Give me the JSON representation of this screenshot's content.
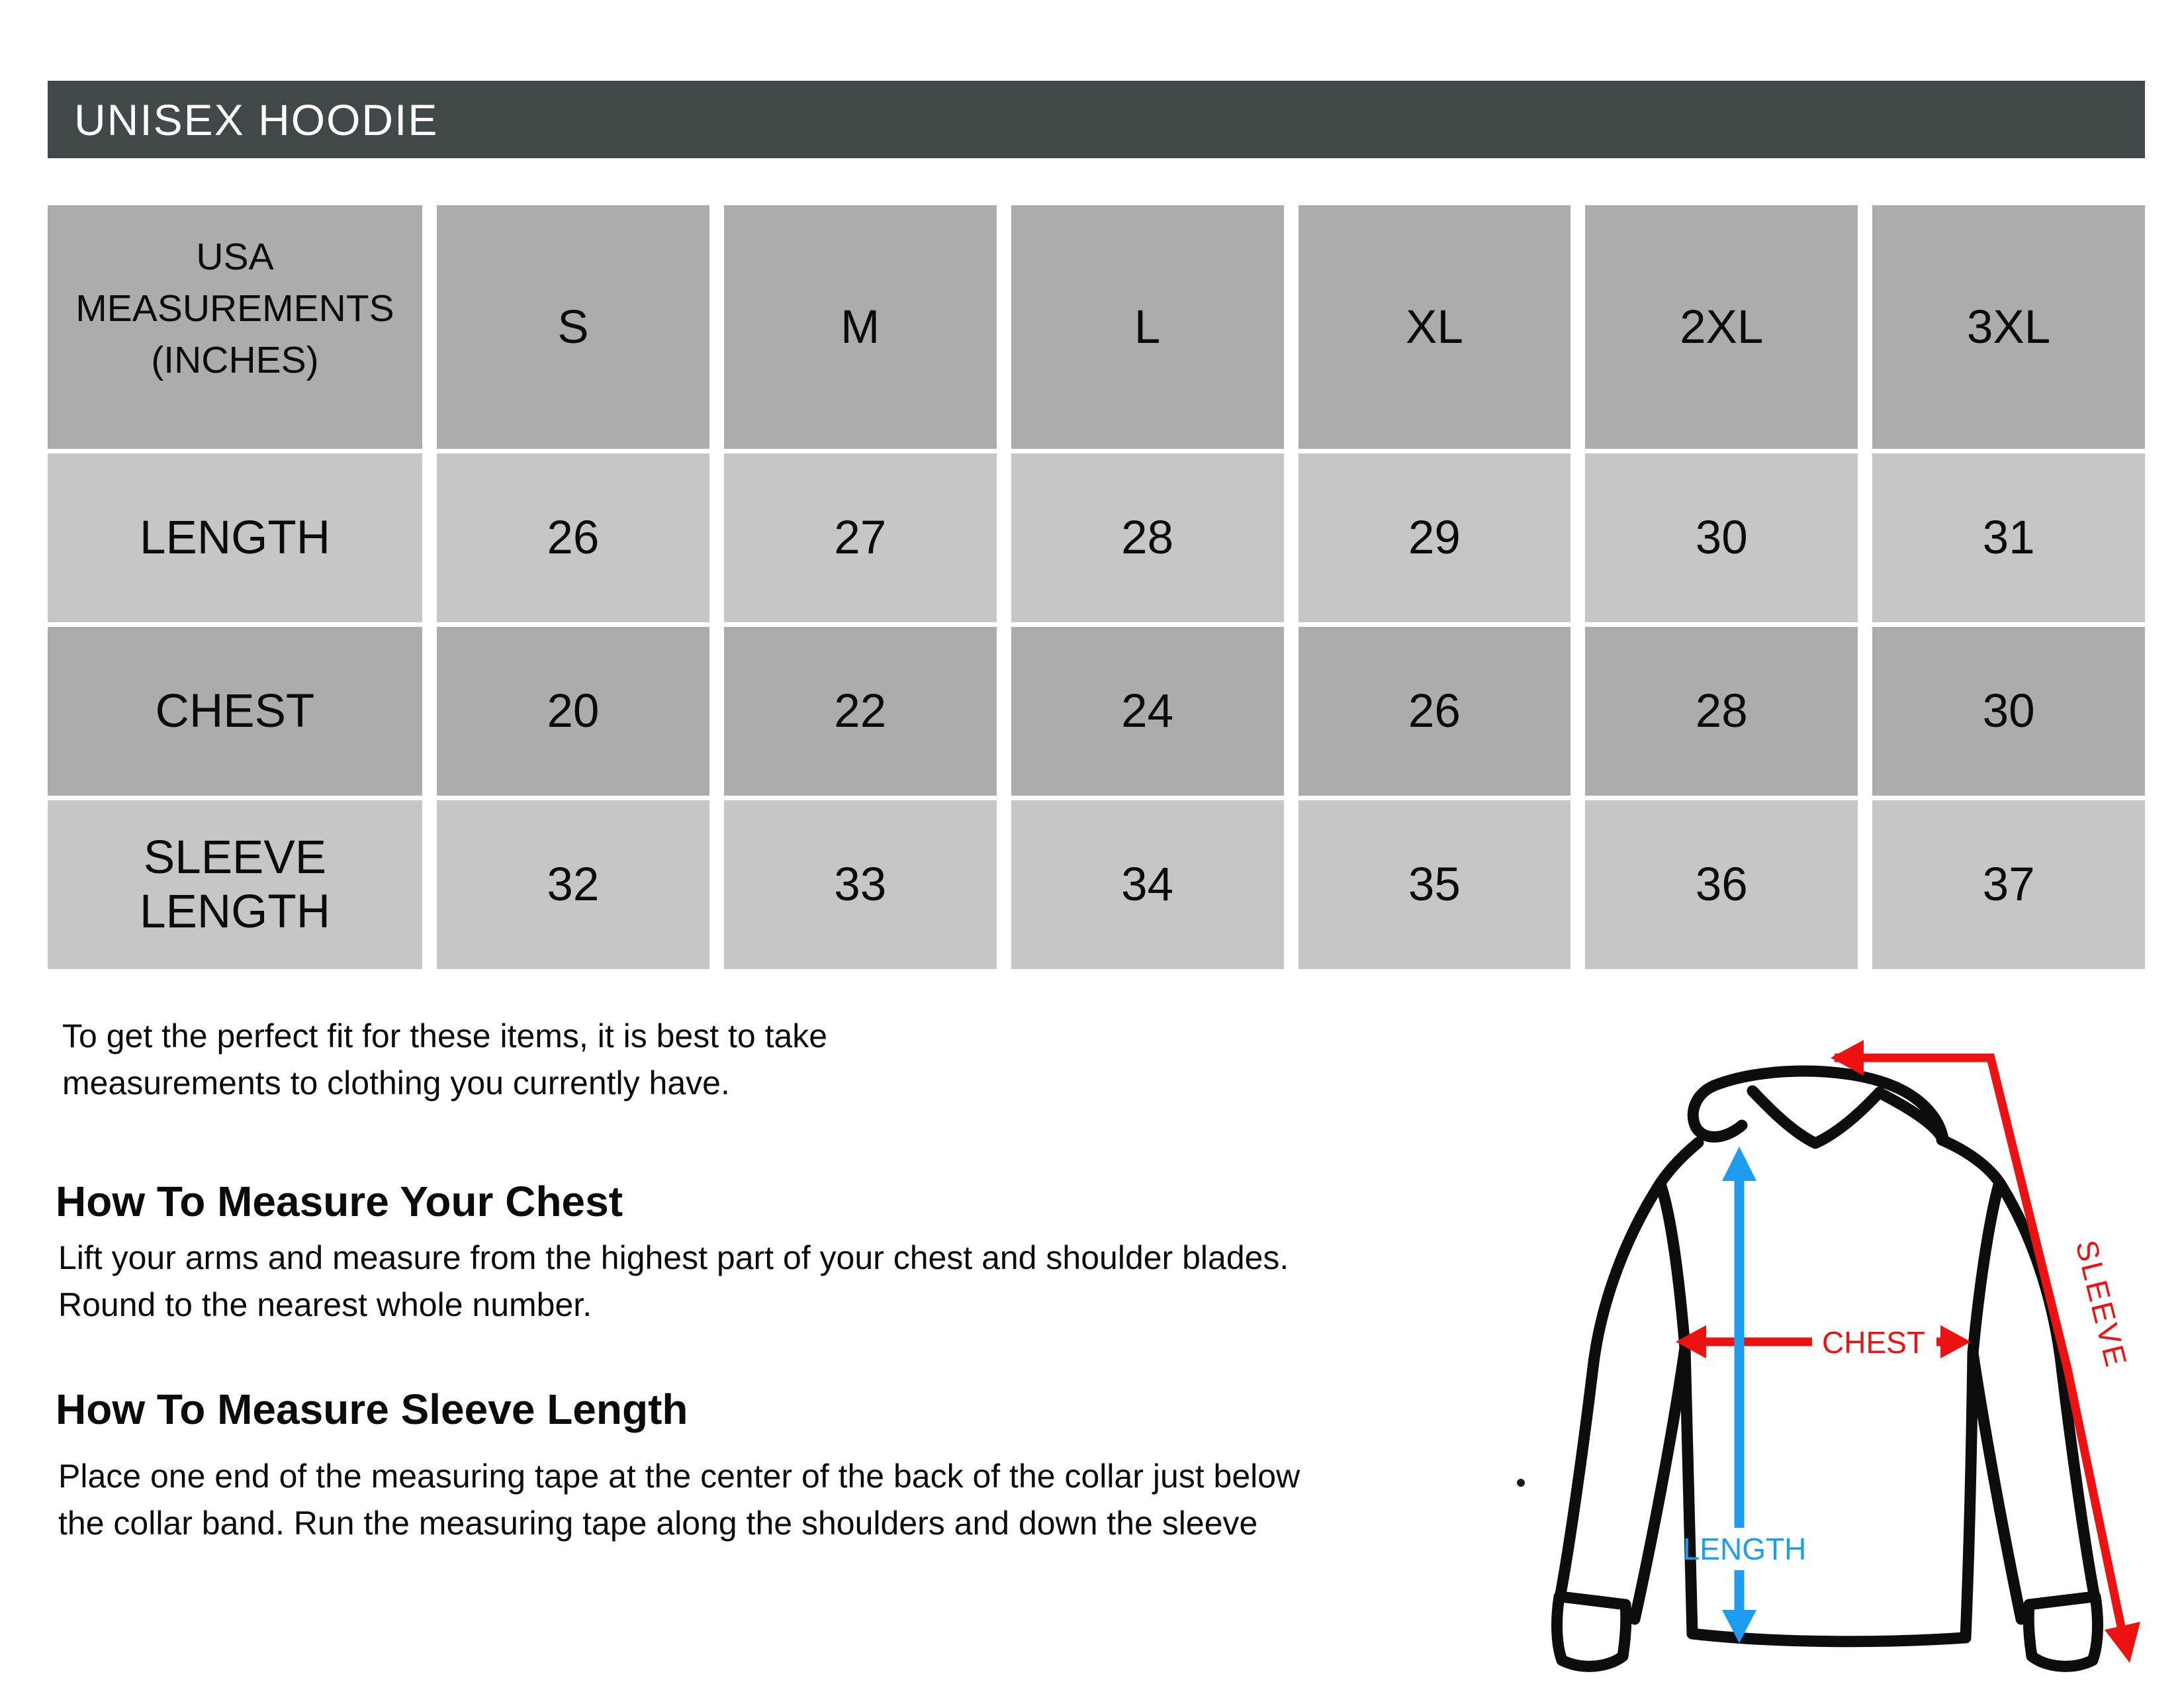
{
  "title": "UNISEX HOODIE",
  "table": {
    "corner_header": "USA\nMEASUREMENTS\n(INCHES)",
    "sizes": [
      "S",
      "M",
      "L",
      "XL",
      "2XL",
      "3XL"
    ],
    "rows": [
      {
        "label": "LENGTH",
        "values": [
          26,
          27,
          28,
          29,
          30,
          31
        ]
      },
      {
        "label": "CHEST",
        "values": [
          20,
          22,
          24,
          26,
          28,
          30
        ]
      },
      {
        "label": "SLEEVE\nLENGTH",
        "values": [
          32,
          33,
          34,
          35,
          36,
          37
        ]
      }
    ]
  },
  "intro": {
    "lines": [
      "To get the perfect fit for these items, it is best to take",
      "measurements to clothing you currently have."
    ]
  },
  "sections": [
    {
      "heading": "How To Measure Your Chest",
      "lines": [
        "Lift your arms and measure from the highest part of your chest and shoulder blades.",
        "Round to the nearest whole number."
      ]
    },
    {
      "heading": "How To Measure Sleeve Length",
      "lines": [
        "Place one end of the measuring tape at the center of the back of the collar just below",
        "the collar band. Run the measuring tape along the shoulders and down the sleeve"
      ]
    }
  ],
  "diagram": {
    "sleeve_label": "SLEEVE",
    "chest_label": "CHEST",
    "length_label": "LENGTH"
  },
  "colors": {
    "title_bar": "#414849",
    "header_cell": "#acacac",
    "data_cell": "#c6c6c6",
    "arrow_red": "#ee1111",
    "arrow_blue": "#1e9cef",
    "outline": "#0d0d0d"
  }
}
